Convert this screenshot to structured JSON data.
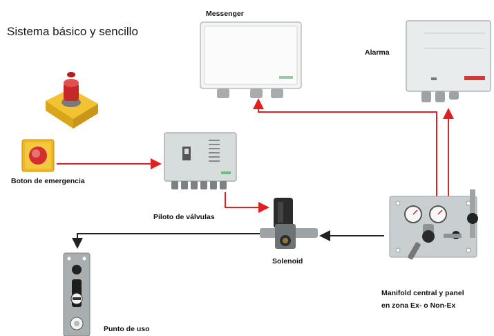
{
  "title": "Sistema básico y sencillo",
  "labels": {
    "messenger": "Messenger",
    "alarma": "Alarma",
    "boton": "Boton de emergencia",
    "piloto": "Piloto de válvulas",
    "solenoid": "Solenoid",
    "manifold_line1": "Manifold central  y panel",
    "manifold_line2": "en zona Ex- o Non-Ex",
    "punto": "Punto de uso"
  },
  "colors": {
    "signal_line": "#e02020",
    "gas_line": "#222222"
  }
}
